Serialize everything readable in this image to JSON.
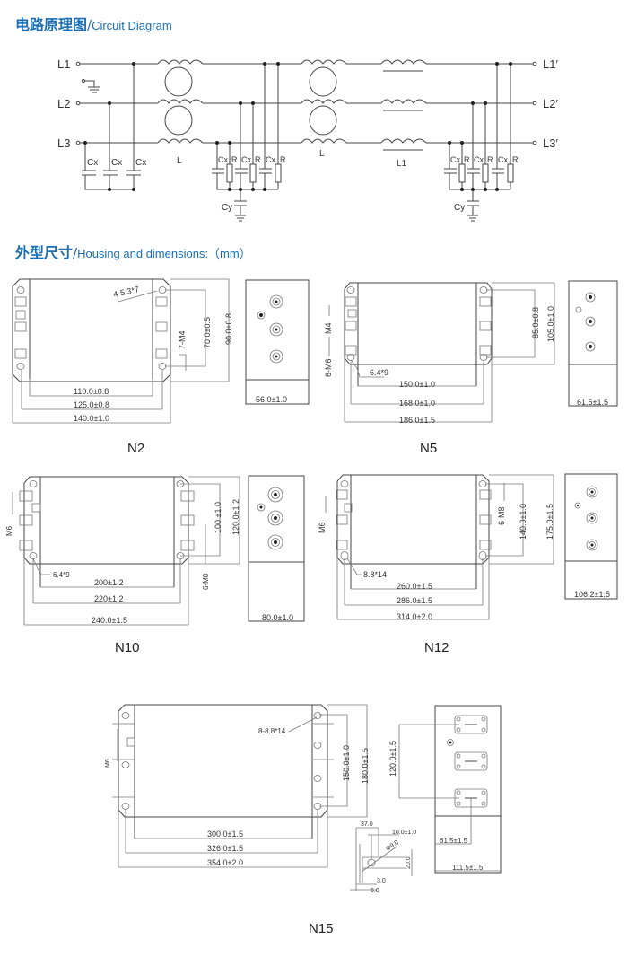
{
  "sections": {
    "circuit": {
      "title_cn": "电路原理图",
      "separator": "/",
      "title_en": "Circuit Diagram"
    },
    "housing": {
      "title_cn": "外型尺寸",
      "separator": "/",
      "title_en": "Housing and dimensions:（mm）"
    }
  },
  "circuit": {
    "inputs": [
      "L1",
      "L2",
      "L3"
    ],
    "outputs": [
      "L1′",
      "L2′",
      "L3′"
    ],
    "labels": {
      "cx": "Cx",
      "r": "R",
      "cy": "Cy",
      "l": "L",
      "l1": "L1"
    }
  },
  "models": [
    {
      "name": "N2",
      "front": {
        "hole": "4-5.3*7",
        "terminal": "7-M4",
        "dims_v": [
          "70.0±0.5",
          "90.0±0.8"
        ],
        "dims_h": [
          "110.0±0.8",
          "125.0±0.8",
          "140.0±1.0"
        ]
      },
      "side": {
        "width": "56.0±1.0"
      }
    },
    {
      "name": "N5",
      "front": {
        "hole": "6.4*9",
        "terminal_a": "M4",
        "terminal_b": "6-M6",
        "dims_v": [
          "85.0±0.8",
          "105.0±1.0"
        ],
        "dims_h": [
          "150.0±1.0",
          "168.0±1.0",
          "186.0±1.5"
        ]
      },
      "side": {
        "width": "61.5±1.5"
      }
    },
    {
      "name": "N10",
      "front": {
        "hole": "6.4*9",
        "terminal_a": "M6",
        "terminal_b": "6-M8",
        "dims_v": [
          "100 ±1.0",
          "120.0±1.2"
        ],
        "dims_h": [
          "200±1.2",
          "220±1.2",
          "240.0±1.5"
        ]
      },
      "side": {
        "width": "80.0±1.0"
      }
    },
    {
      "name": "N12",
      "front": {
        "hole": "8.8*14",
        "terminal_a": "M6",
        "terminal_b": "6-M8",
        "dims_v": [
          "140.0±1.0",
          "175.0±1.5"
        ],
        "dims_h": [
          "260.0±1.5",
          "286.0±1.5",
          "314.0±2.0"
        ]
      },
      "side": {
        "width": "106.2±1.5"
      }
    },
    {
      "name": "N15",
      "front": {
        "hole": "8-8.8*14",
        "terminal_a": "M6",
        "dims_v": [
          "150.0±1.0",
          "180.0±1.5"
        ],
        "dims_h": [
          "300.0±1.5",
          "326.0±1.5",
          "354.0±2.0"
        ]
      },
      "side": {
        "pitch": "120.0±1.5",
        "offset": "61.5±1.5",
        "width": "111.5±1.5"
      },
      "busbar": {
        "w": "37.0",
        "offset": "10.0±1.0",
        "hole": "Φ9.0",
        "h": "20.0",
        "t1": "3.0",
        "t2": "5.0"
      }
    }
  ]
}
